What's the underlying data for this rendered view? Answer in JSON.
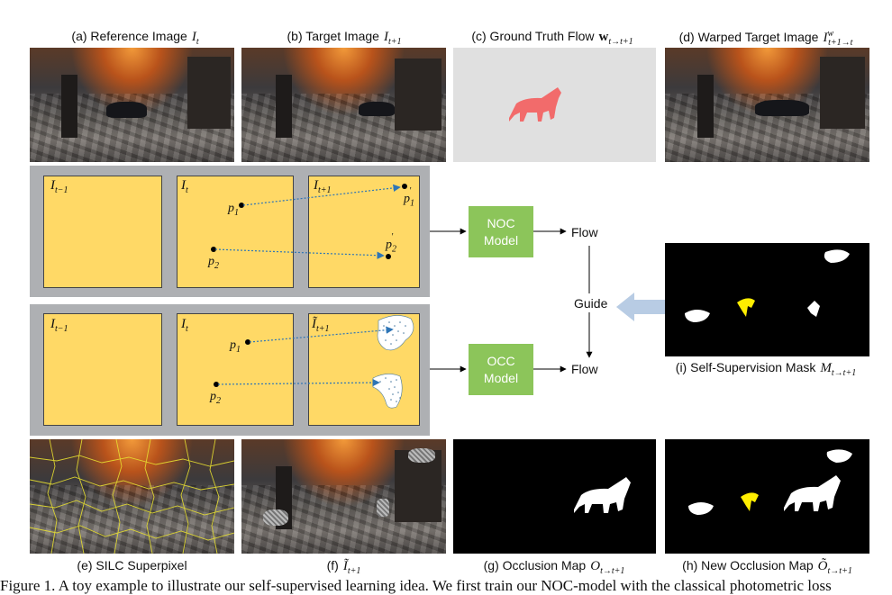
{
  "captions": {
    "a": {
      "text": "(a) Reference Image",
      "math": "I",
      "sub": "t"
    },
    "b": {
      "text": "(b) Target Image",
      "math": "I",
      "sub": "t+1"
    },
    "c": {
      "text": "(c) Ground Truth Flow",
      "math": "w",
      "sub": "t→t+1"
    },
    "d": {
      "text": "(d) Warped Target Image",
      "math": "I",
      "sup": "w",
      "sub": "t+1→t"
    },
    "e": {
      "text": "(e) SILC Superpixel"
    },
    "f": {
      "text": "(f)",
      "math": "Ĩ",
      "sub": "t+1"
    },
    "g": {
      "text": "(g) Occlusion Map",
      "math": "O",
      "sub": "t→t+1"
    },
    "h": {
      "text": "(h) New Occlusion Map",
      "math": "Õ",
      "sub": "t→t+1"
    },
    "i": {
      "text": "(i) Self-Supervision Mask",
      "math": "M",
      "sub": "t→t+1"
    }
  },
  "diagram": {
    "top_frames": [
      {
        "label": "I",
        "sub": "t−1"
      },
      {
        "label": "I",
        "sub": "t"
      },
      {
        "label": "I",
        "sub": "t+1"
      }
    ],
    "bottom_frames": [
      {
        "label": "I",
        "sub": "t−1"
      },
      {
        "label": "I",
        "sub": "t"
      },
      {
        "label": "Ĩ",
        "sub": "t+1"
      }
    ],
    "points": {
      "p1": "p",
      "p1_sub": "1",
      "p2": "p",
      "p2_sub": "2",
      "p1_prime": "p",
      "p2_prime": "p"
    },
    "noc_model": {
      "line1": "NOC",
      "line2": "Model"
    },
    "occ_model": {
      "line1": "OCC",
      "line2": "Model"
    },
    "flow_label": "Flow",
    "guide_label": "Guide",
    "colors": {
      "frame": "#ffd966",
      "model": "#8cc55a",
      "group": "#aeb0b3",
      "guide_arrow": "#b8cce4",
      "flow_arrow": "#2e75b6"
    }
  },
  "figure_caption": "Figure 1. A toy example to illustrate our self-supervised learning idea. We first train our NOC-model with the classical photometric loss"
}
